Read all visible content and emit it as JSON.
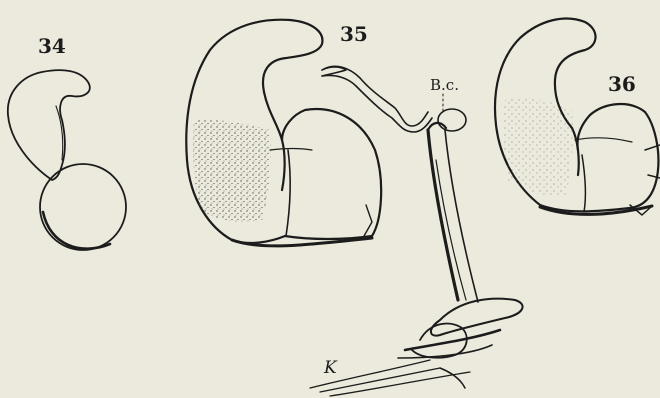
{
  "plate": {
    "figures": [
      {
        "number": "34"
      },
      {
        "number": "35"
      },
      {
        "number": "36"
      }
    ],
    "labels": {
      "bc": "B.c.",
      "k": "K"
    }
  },
  "colors": {
    "paper": "#ebeadc",
    "ink": "#1c1c1c",
    "stipple": "#555555"
  }
}
